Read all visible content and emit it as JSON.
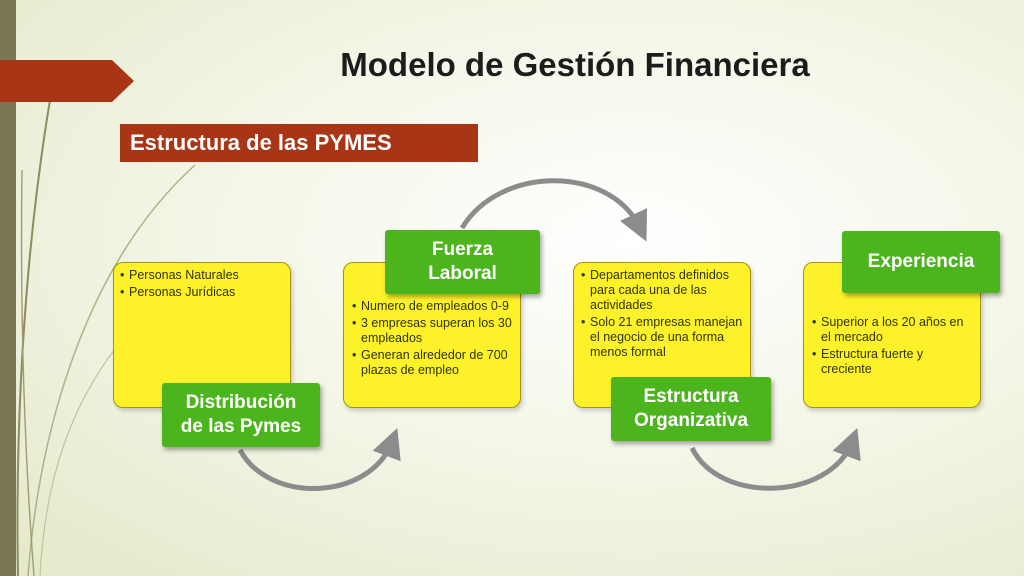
{
  "title": "Modelo de Gestión Financiera",
  "subtitle": "Estructura de las PYMES",
  "colors": {
    "accent_red": "#a93517",
    "card_yellow": "#fdf22a",
    "label_green": "#4cb51e",
    "arrow_gray": "#8c8c8c"
  },
  "steps": [
    {
      "label": "Distribución de las Pymes",
      "bullets": [
        "Personas Naturales",
        "Personas Jurídicas"
      ]
    },
    {
      "label": "Fuerza Laboral",
      "bullets": [
        "Numero de empleados 0-9",
        "3 empresas superan los 30 empleados",
        "Generan alrededor de 700 plazas de empleo"
      ]
    },
    {
      "label": "Estructura Organizativa",
      "bullets": [
        "Departamentos definidos para cada una de las actividades",
        "Solo 21 empresas manejan el negocio de una forma menos formal"
      ]
    },
    {
      "label": "Experiencia",
      "bullets": [
        "Superior a los 20 años en el mercado",
        "Estructura fuerte y creciente"
      ]
    }
  ]
}
